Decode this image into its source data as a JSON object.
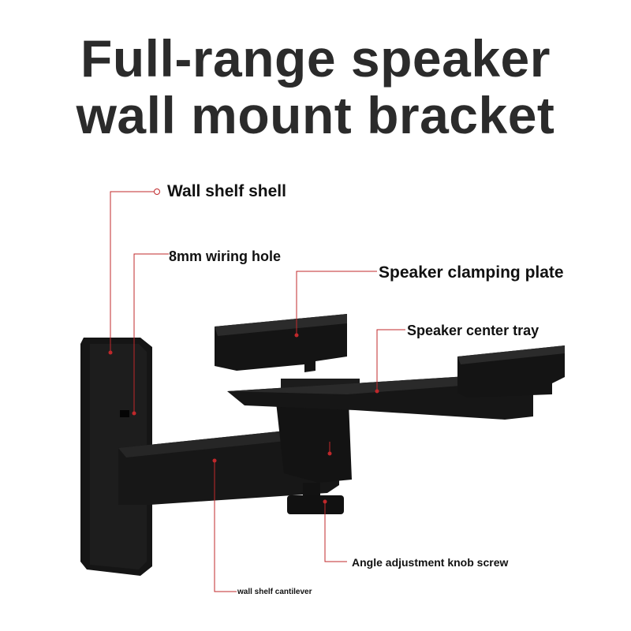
{
  "title": {
    "line1": "Full-range speaker",
    "line2": "wall mount bracket"
  },
  "labels": {
    "wall_shelf_shell": "Wall shelf shell",
    "wiring_hole": "8mm wiring hole",
    "clamping_plate": "Speaker clamping plate",
    "center_tray": "Speaker center tray",
    "knob_screw": "Angle adjustment knob screw",
    "cantilever": "wall shelf cantilever"
  },
  "colors": {
    "leader_line": "#c0282b",
    "bracket": "#141414",
    "text": "#111111"
  }
}
